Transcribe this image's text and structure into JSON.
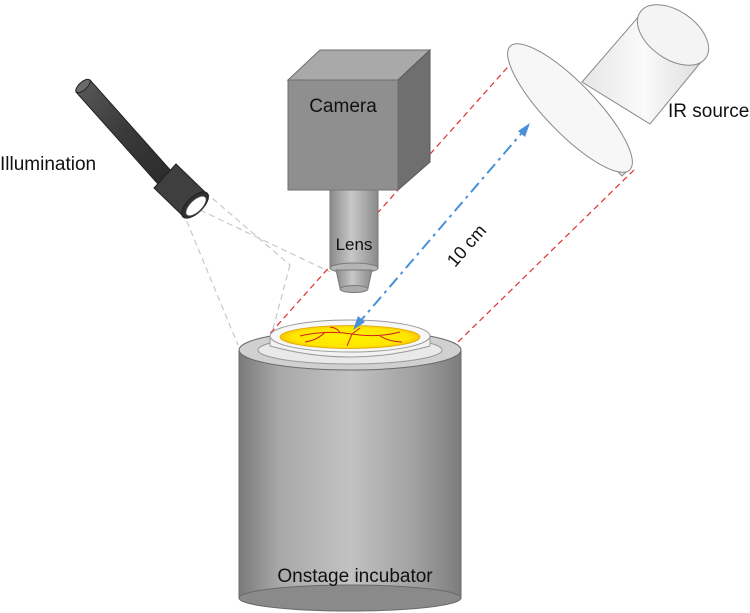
{
  "labels": {
    "illumination": "Illumination",
    "camera": "Camera",
    "lens": "Lens",
    "ir_source": "IR source",
    "distance": "10 cm",
    "incubator": "Onstage incubator"
  },
  "colors": {
    "camera_body": "#8c8c8c",
    "incubator_body": "#9a9a9a",
    "dish_yellow": "#fff200",
    "vessel_red": "#e02020",
    "red_dashed": "#e03030",
    "blue_dashdot": "#4a90d9",
    "gray_dashed": "#bfbfbf",
    "ir_source": "#f2f2f2"
  }
}
